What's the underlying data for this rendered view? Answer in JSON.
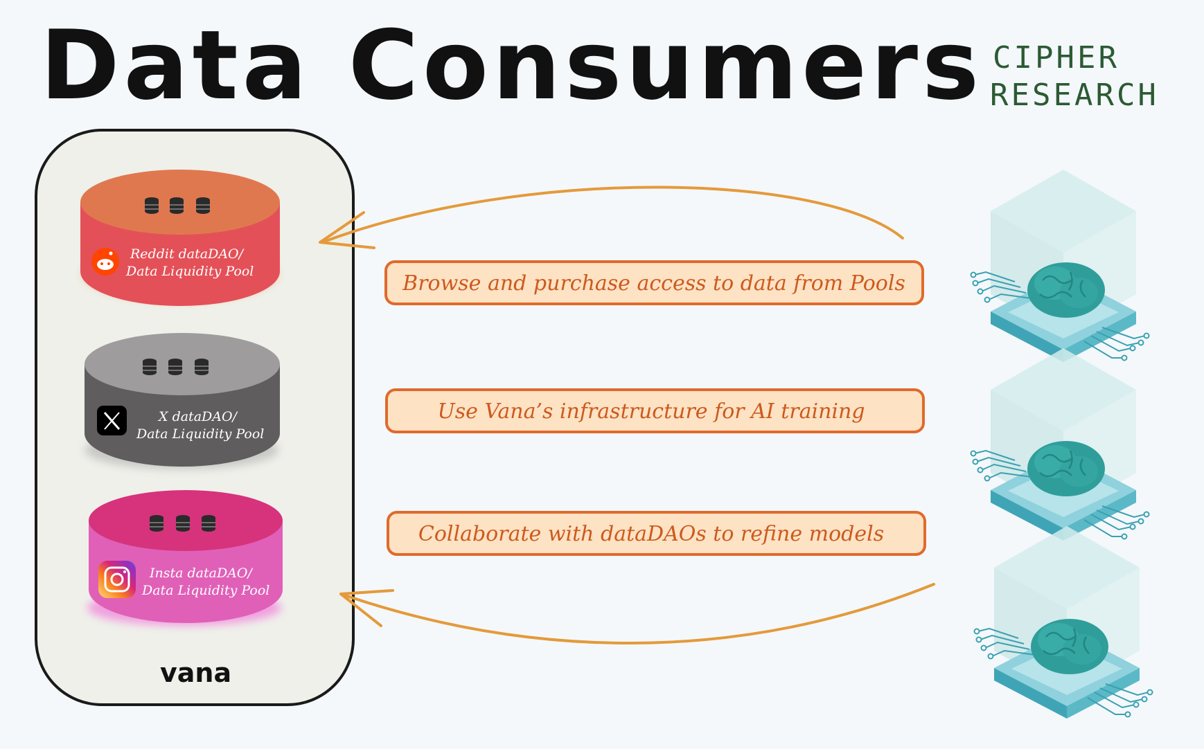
{
  "header": {
    "title": "Data Consumers",
    "brand_line1": "CIPHER",
    "brand_line2": "RESEARCH"
  },
  "platform": {
    "name": "vana",
    "pools": [
      {
        "line1": "Reddit dataDAO/",
        "line2": "Data Liquidity Pool",
        "icon": "reddit-icon",
        "top_color": "#e0784f",
        "body_color": "#e45058"
      },
      {
        "line1": "X dataDAO/",
        "line2": "Data Liquidity Pool",
        "icon": "x-icon",
        "top_color": "#9e9c9c",
        "body_color": "#5f5d5d"
      },
      {
        "line1": "Insta dataDAO/",
        "line2": "Data Liquidity Pool",
        "icon": "instagram-icon",
        "top_color": "#d6337c",
        "body_color": "#e060b8"
      }
    ]
  },
  "actions": [
    "Browse and purchase access to data from Pools",
    "Use Vana’s infrastructure for AI training",
    "Collaborate with dataDAOs to refine models"
  ],
  "consumers": [
    {
      "icon": "ai-chip-brain-icon"
    },
    {
      "icon": "ai-chip-brain-icon"
    },
    {
      "icon": "ai-chip-brain-icon"
    }
  ],
  "colors": {
    "arrow": "#e49a3a",
    "action_border": "#e06a2c",
    "action_fill": "#fde2c4",
    "platform_fill": "#eff0ea",
    "brand_green": "#2c5a33"
  }
}
